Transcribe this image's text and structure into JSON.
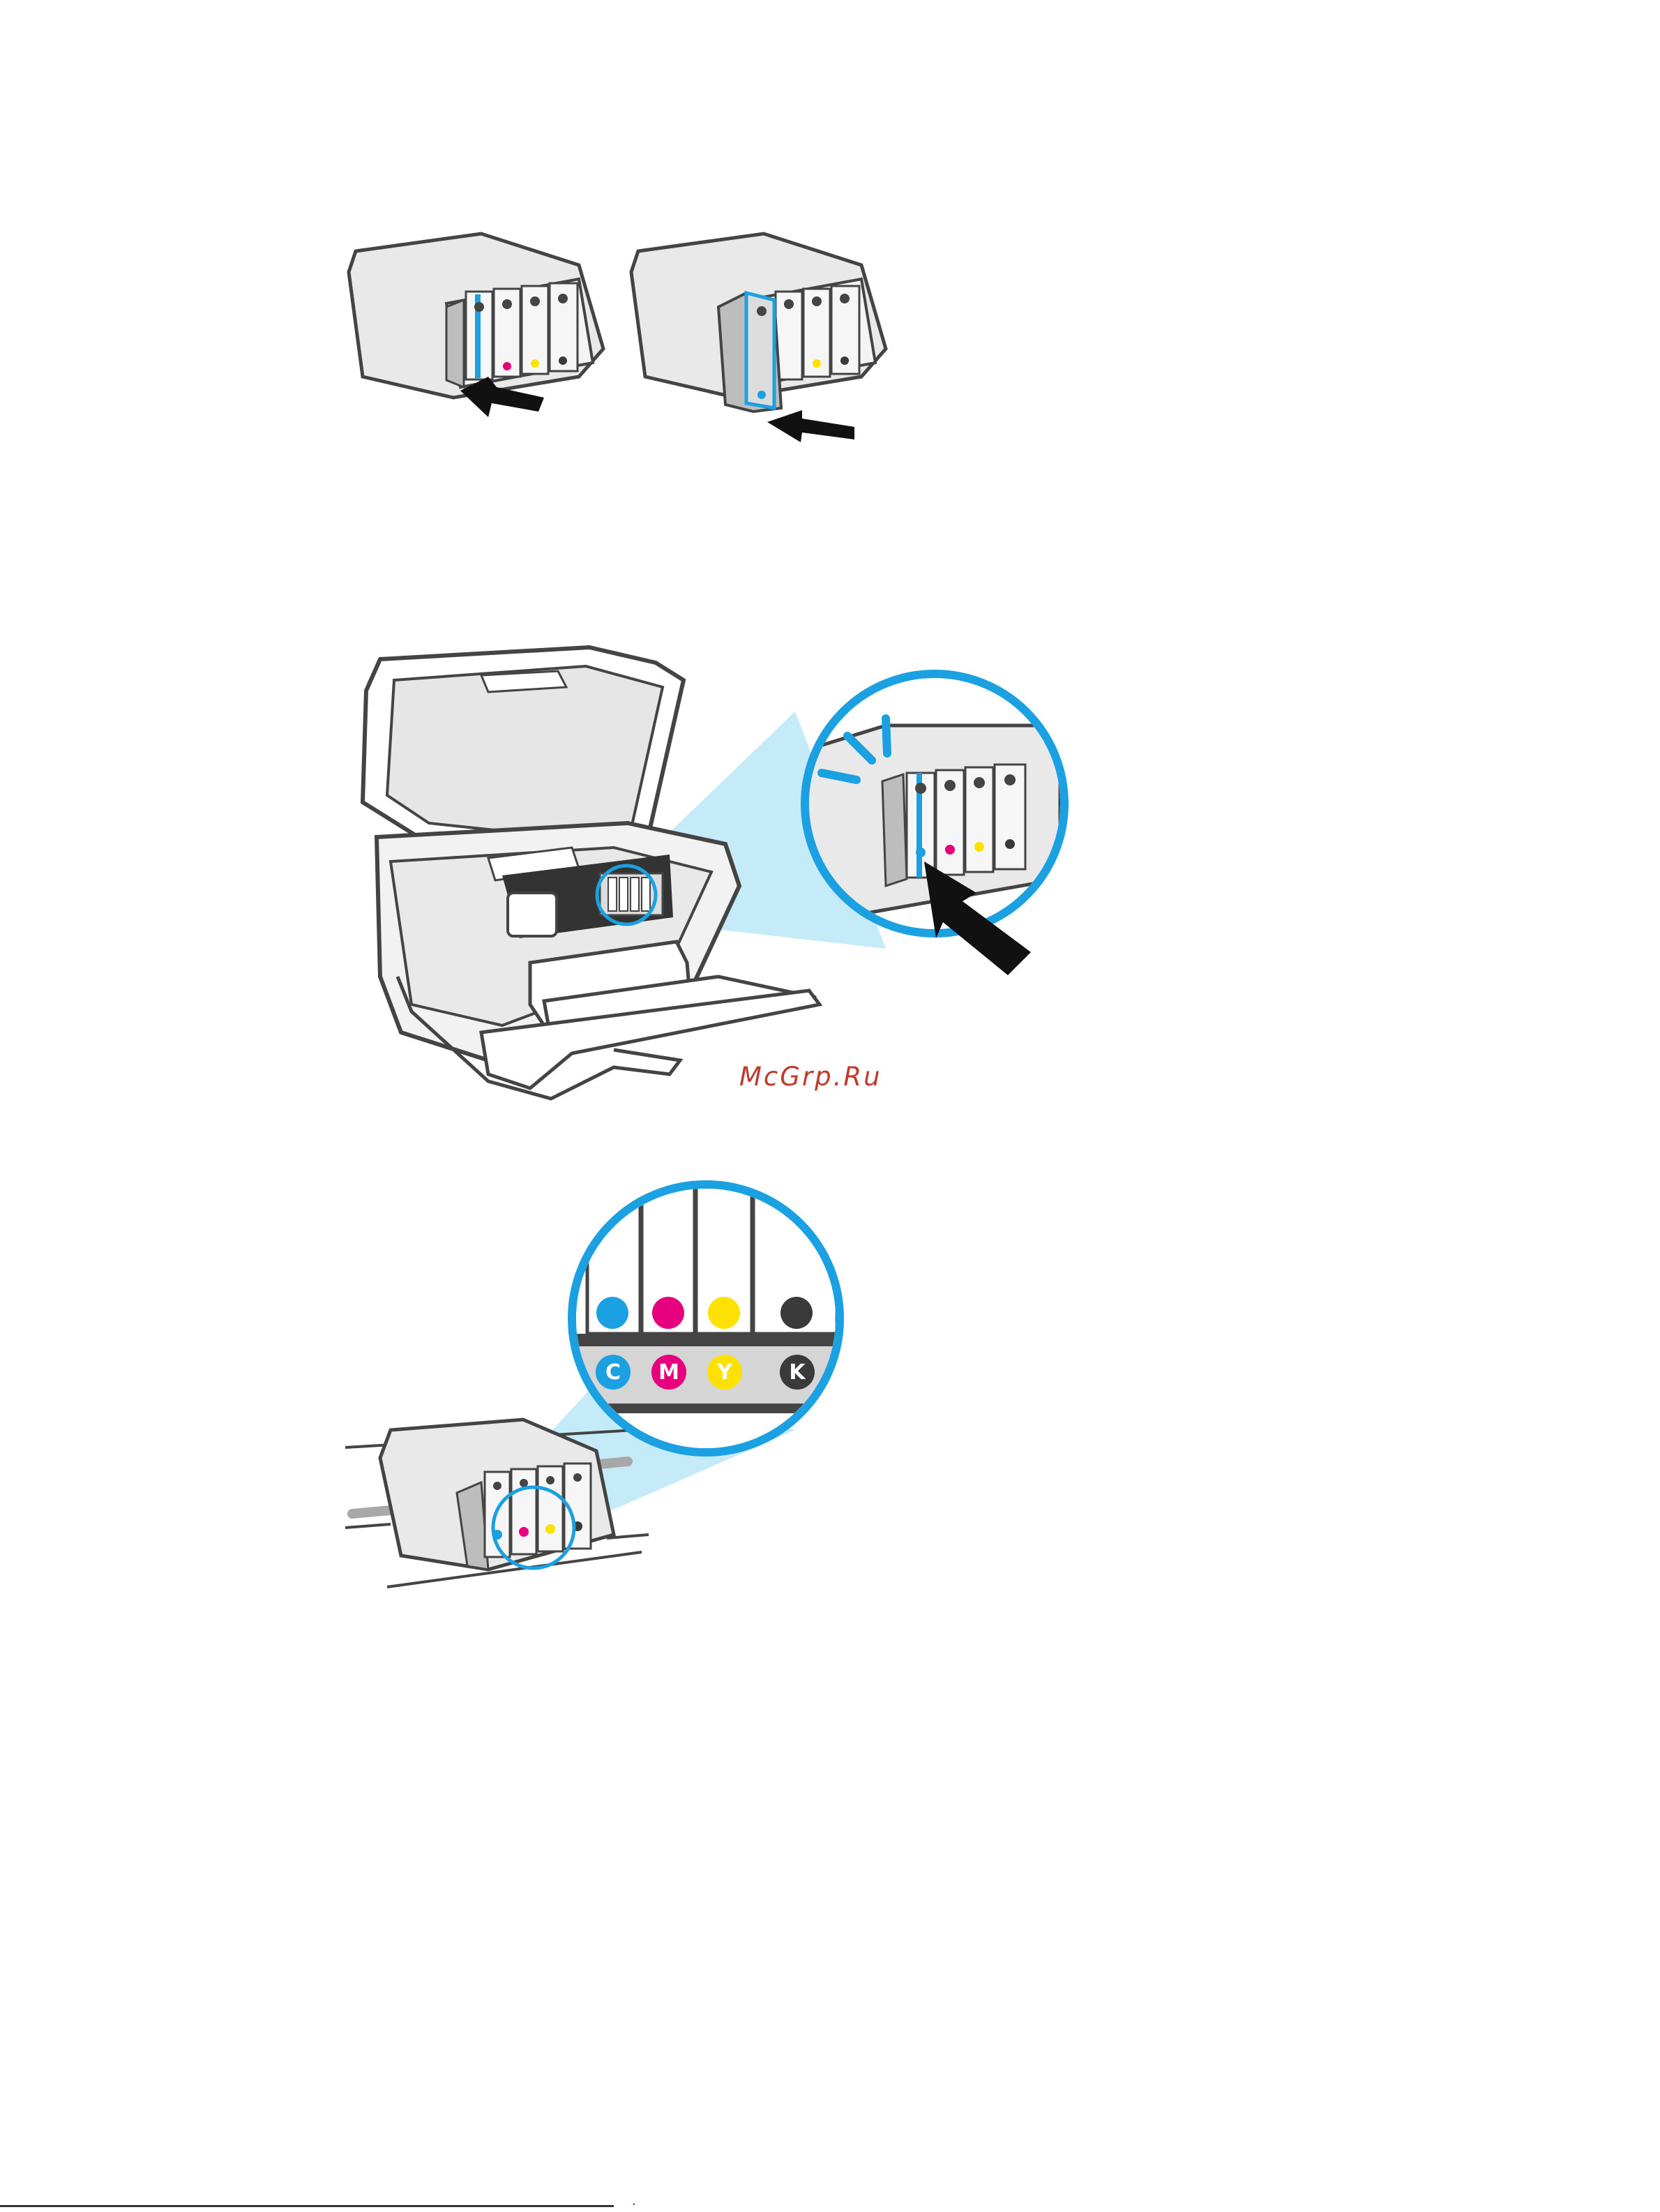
{
  "watermark": "McGrp.Ru",
  "colors": {
    "cyan": "#1ba1e2",
    "magenta": "#e6007e",
    "yellow": "#ffe100",
    "black": "#3a3a3a",
    "highlight": "#bfe9f7",
    "outline": "#444444"
  },
  "color_labels": [
    "C",
    "M",
    "Y",
    "K"
  ],
  "icons": [
    "cartridge-carriage",
    "arrow-icon",
    "printer-illustration",
    "magnifier-circle"
  ],
  "footer_mark": "·"
}
